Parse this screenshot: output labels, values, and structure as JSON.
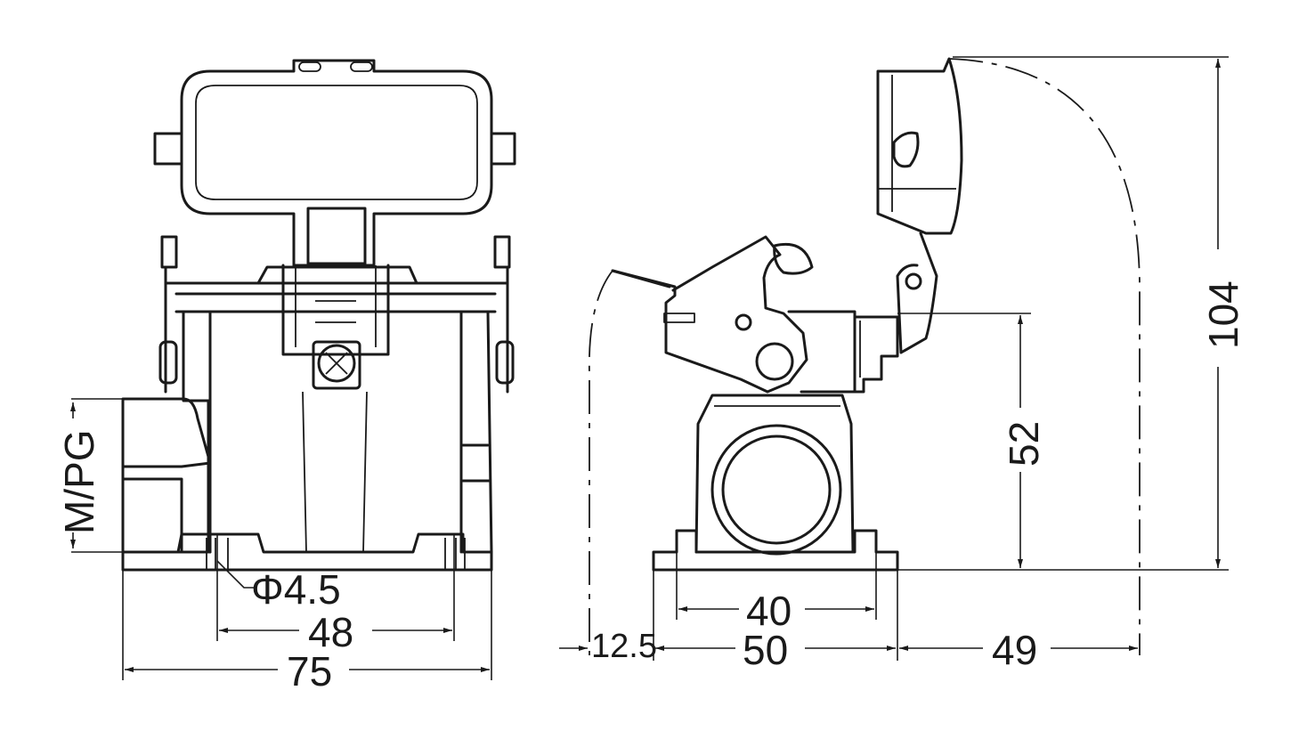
{
  "drawing": {
    "front_view": {
      "dim_thread": "M/PG",
      "dim_hole": "Φ4.5",
      "dim_hole_spacing": "48",
      "dim_width": "75"
    },
    "side_view": {
      "dim_height_total": "104",
      "dim_height_body": "52",
      "dim_hole_spacing": "40",
      "dim_base_length": "50",
      "dim_lever_overhang": "12.5",
      "dim_cover_swing": "49"
    }
  }
}
